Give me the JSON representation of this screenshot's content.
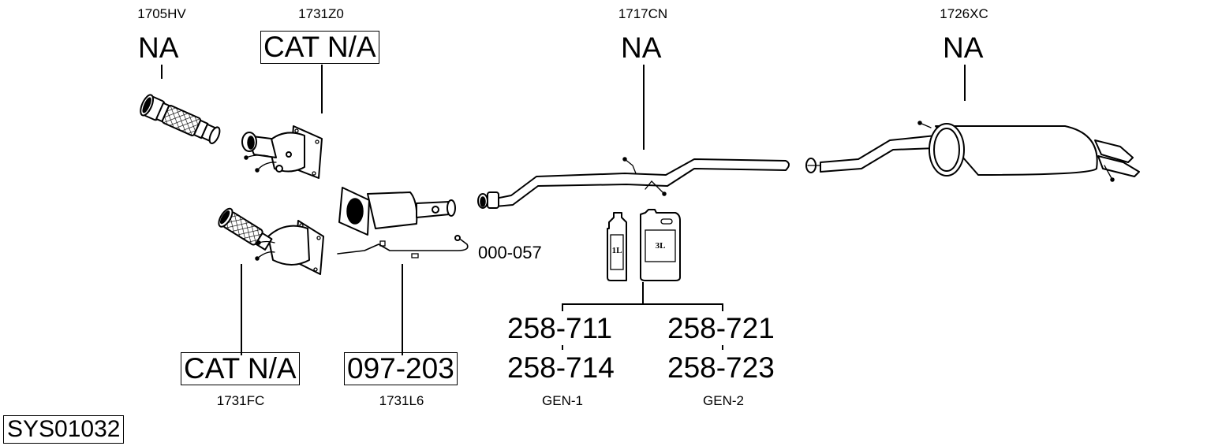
{
  "diagram": {
    "system_id": "SYS01032",
    "parts": [
      {
        "ref": "1705HV",
        "code": "NA",
        "boxed": false,
        "type": "flex-pipe"
      },
      {
        "ref": "1731Z0",
        "code": "CAT N/A",
        "boxed": true,
        "type": "catalytic-converter"
      },
      {
        "ref": "1731FC",
        "code": "CAT N/A",
        "boxed": true,
        "type": "catalytic-converter-with-flex"
      },
      {
        "ref": "1731L6",
        "code": "097-203",
        "boxed": true,
        "type": "particulate-filter"
      },
      {
        "ref": "1717CN",
        "code": "NA",
        "boxed": false,
        "type": "middle-pipe"
      },
      {
        "ref": "1726XC",
        "code": "NA",
        "boxed": false,
        "type": "rear-silencer"
      }
    ],
    "sensor_pipe": {
      "code": "000-057"
    },
    "fluid": {
      "containers": [
        {
          "label": "1L"
        },
        {
          "label": "3L"
        }
      ],
      "groups": [
        {
          "codes": [
            "258-711",
            "258-714"
          ],
          "name": "GEN-1"
        },
        {
          "codes": [
            "258-721",
            "258-723"
          ],
          "name": "GEN-2"
        }
      ]
    }
  }
}
